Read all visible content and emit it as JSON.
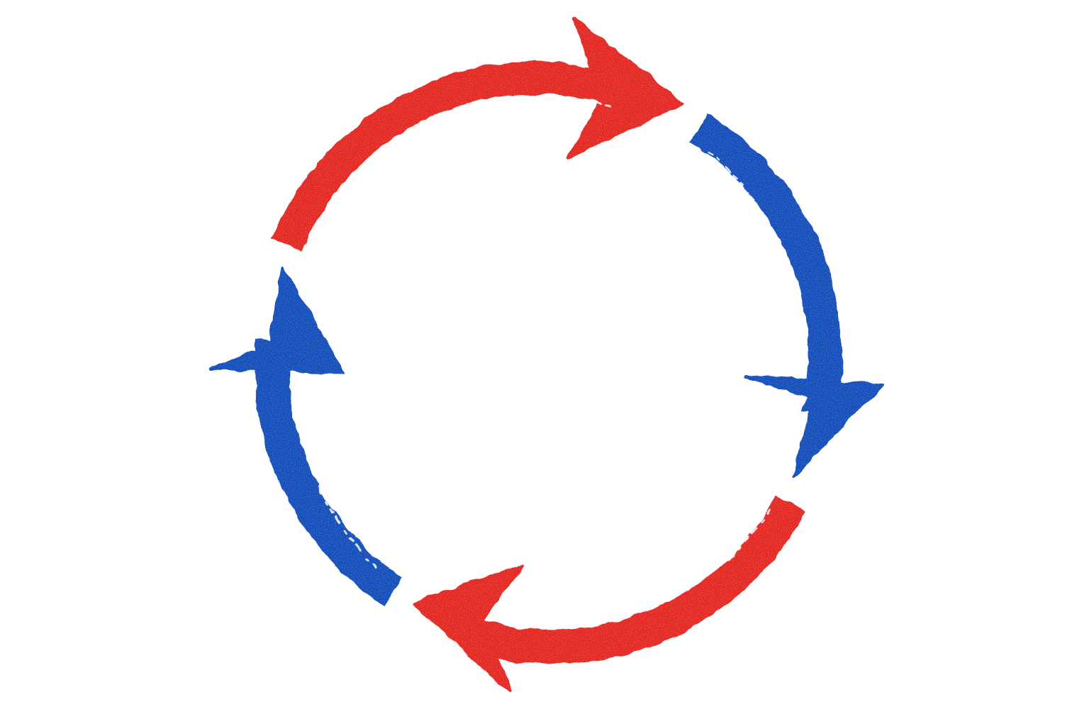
{
  "diagram": {
    "type": "cycle",
    "direction": "clockwise",
    "style": "brush-stroke",
    "arrows": [
      {
        "name": "top-arrow",
        "color": "#e3201b",
        "texture": "#f26f66"
      },
      {
        "name": "right-arrow",
        "color": "#0f49b8",
        "texture": "#5b86d6"
      },
      {
        "name": "bottom-arrow",
        "color": "#e3201b",
        "texture": "#f26f66"
      },
      {
        "name": "left-arrow",
        "color": "#0f49b8",
        "texture": "#5b86d6"
      }
    ]
  }
}
